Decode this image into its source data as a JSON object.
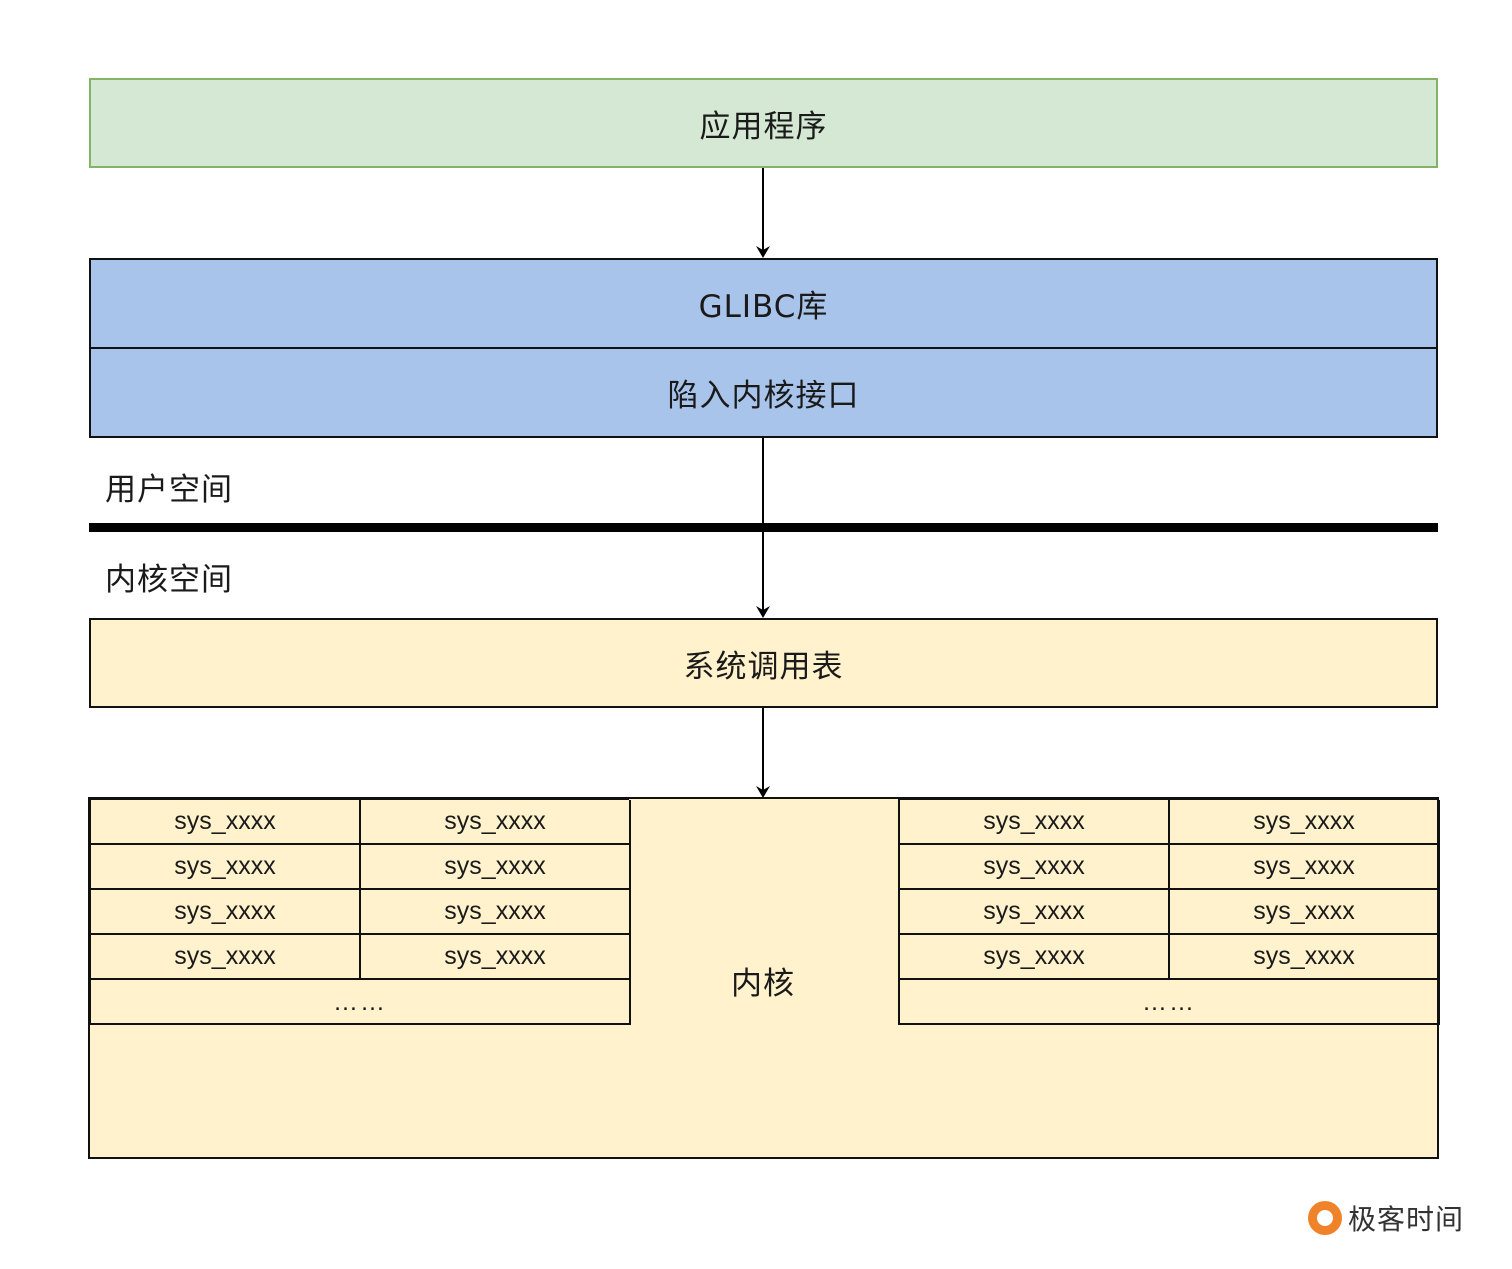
{
  "diagram": {
    "app_label": "应用程序",
    "glibc_label": "GLIBC库",
    "trap_label": "陷入内核接口",
    "user_space_label": "用户空间",
    "kernel_space_label": "内核空间",
    "syscall_table_label": "系统调用表",
    "kernel_label": "内核",
    "left_table": [
      "sys_xxxx",
      "sys_xxxx",
      "sys_xxxx",
      "sys_xxxx",
      "sys_xxxx",
      "sys_xxxx",
      "sys_xxxx",
      "sys_xxxx"
    ],
    "right_table": [
      "sys_xxxx",
      "sys_xxxx",
      "sys_xxxx",
      "sys_xxxx",
      "sys_xxxx",
      "sys_xxxx",
      "sys_xxxx",
      "sys_xxxx"
    ],
    "ellipsis": "……"
  },
  "brand": {
    "name": "极客时间"
  },
  "colors": {
    "app_fill": "#d5e8d4",
    "app_border": "#82b366",
    "glibc_fill": "#a9c4eb",
    "kernel_fill": "#fff2cc",
    "brand_accent": "#f0832a"
  }
}
